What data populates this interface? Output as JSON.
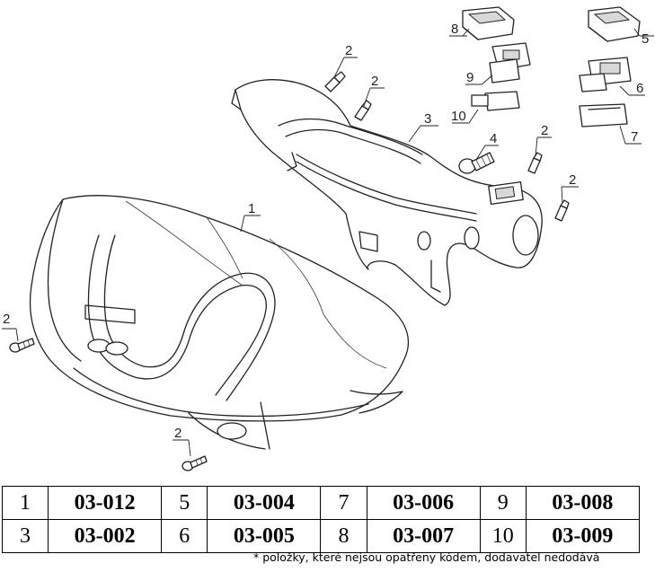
{
  "callouts": {
    "c1": "1",
    "c2a": "2",
    "c2b": "2",
    "c2c": "2",
    "c2d": "2",
    "c2e": "2",
    "c2f": "2",
    "c3": "3",
    "c4": "4",
    "c5": "5",
    "c6": "6",
    "c7": "7",
    "c8": "8",
    "c9": "9",
    "c10": "10"
  },
  "parts_table": [
    [
      {
        "n": "1",
        "code": "03-012"
      },
      {
        "n": "5",
        "code": "03-004"
      },
      {
        "n": "7",
        "code": "03-006"
      },
      {
        "n": "9",
        "code": "03-008"
      }
    ],
    [
      {
        "n": "3",
        "code": "03-002"
      },
      {
        "n": "6",
        "code": "03-005"
      },
      {
        "n": "8",
        "code": "03-007"
      },
      {
        "n": "10",
        "code": "03-009"
      }
    ]
  ],
  "footnote": "* položky, které nejsou opatřeny kódem, dodavatel nedodává"
}
